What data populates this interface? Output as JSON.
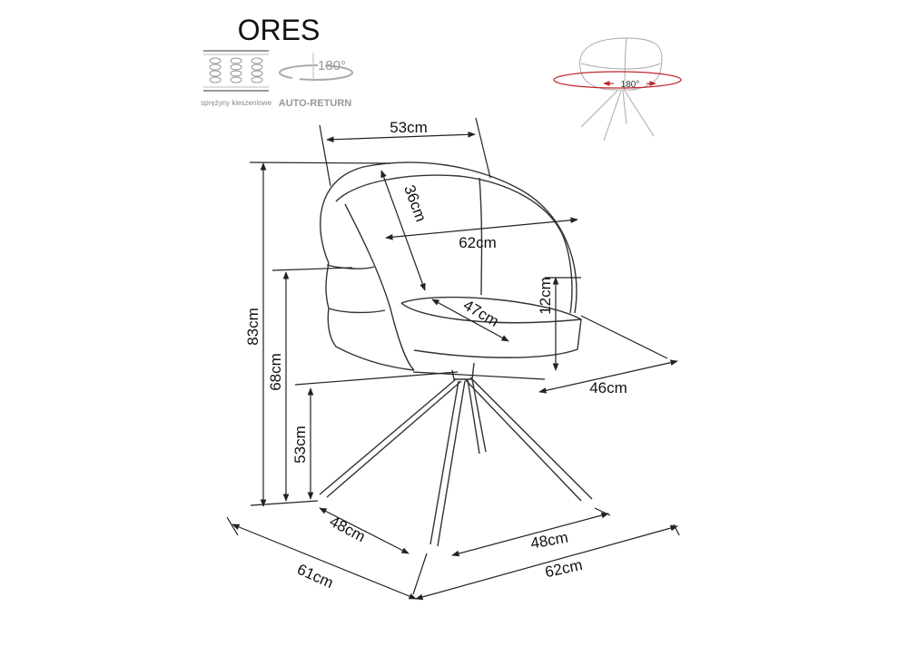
{
  "title": "ORES",
  "icons": {
    "springs_label": "sprężyny kieszeniowe",
    "rotation_degrees": "180°",
    "auto_return_label": "AUTO-RETURN",
    "preview_rotation": "180°"
  },
  "colors": {
    "rotation_arrow": "#c0262d",
    "line": "#222222"
  },
  "dimensions": {
    "back_width": "53cm",
    "back_height": "36cm",
    "arm_width": "62cm",
    "seat_width": "47cm",
    "seat_thickness": "12cm",
    "seat_depth": "46cm",
    "total_height": "83cm",
    "arm_height": "68cm",
    "seat_height": "53cm",
    "leg_depth": "48cm",
    "leg_width": "48cm",
    "total_depth": "61cm",
    "total_width": "62cm"
  }
}
